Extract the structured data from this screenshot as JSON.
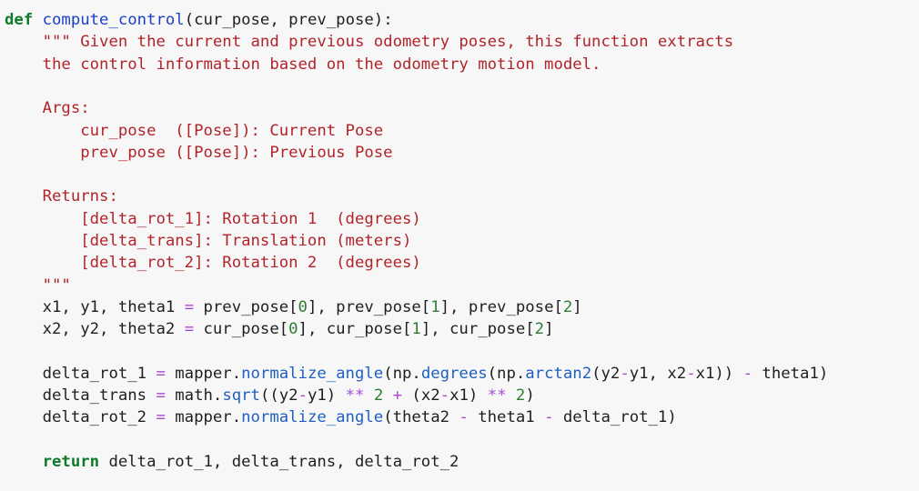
{
  "code": {
    "lines": [
      [
        {
          "t": "def",
          "c": "kw"
        },
        {
          "t": " ",
          "c": "plain"
        },
        {
          "t": "compute_control",
          "c": "fn"
        },
        {
          "t": "(cur_pose, prev_pose):",
          "c": "plain"
        }
      ],
      [
        {
          "t": "    \"\"\" Given the current and previous odometry poses, this function extracts",
          "c": "str"
        }
      ],
      [
        {
          "t": "    the control information based on the odometry motion model.",
          "c": "str"
        }
      ],
      [],
      [
        {
          "t": "    Args:",
          "c": "str"
        }
      ],
      [
        {
          "t": "        cur_pose  ([Pose]): Current Pose",
          "c": "str"
        }
      ],
      [
        {
          "t": "        prev_pose ([Pose]): Previous Pose",
          "c": "str"
        }
      ],
      [],
      [
        {
          "t": "    Returns:",
          "c": "str"
        }
      ],
      [
        {
          "t": "        [delta_rot_1]: Rotation 1  (degrees)",
          "c": "str"
        }
      ],
      [
        {
          "t": "        [delta_trans]: Translation (meters)",
          "c": "str"
        }
      ],
      [
        {
          "t": "        [delta_rot_2]: Rotation 2  (degrees)",
          "c": "str"
        }
      ],
      [
        {
          "t": "    \"\"\"",
          "c": "str"
        }
      ],
      [
        {
          "t": "    x1, y1, theta1 ",
          "c": "plain"
        },
        {
          "t": "=",
          "c": "op"
        },
        {
          "t": " prev_pose[",
          "c": "plain"
        },
        {
          "t": "0",
          "c": "num"
        },
        {
          "t": "], prev_pose[",
          "c": "plain"
        },
        {
          "t": "1",
          "c": "num"
        },
        {
          "t": "], prev_pose[",
          "c": "plain"
        },
        {
          "t": "2",
          "c": "num"
        },
        {
          "t": "]",
          "c": "plain"
        }
      ],
      [
        {
          "t": "    x2, y2, theta2 ",
          "c": "plain"
        },
        {
          "t": "=",
          "c": "op"
        },
        {
          "t": " cur_pose[",
          "c": "plain"
        },
        {
          "t": "0",
          "c": "num"
        },
        {
          "t": "], cur_pose[",
          "c": "plain"
        },
        {
          "t": "1",
          "c": "num"
        },
        {
          "t": "], cur_pose[",
          "c": "plain"
        },
        {
          "t": "2",
          "c": "num"
        },
        {
          "t": "]",
          "c": "plain"
        }
      ],
      [],
      [
        {
          "t": "    delta_rot_1 ",
          "c": "plain"
        },
        {
          "t": "=",
          "c": "op"
        },
        {
          "t": " mapper.",
          "c": "plain"
        },
        {
          "t": "normalize_angle",
          "c": "attr"
        },
        {
          "t": "(np.",
          "c": "plain"
        },
        {
          "t": "degrees",
          "c": "attr"
        },
        {
          "t": "(np.",
          "c": "plain"
        },
        {
          "t": "arctan2",
          "c": "attr"
        },
        {
          "t": "(y2",
          "c": "plain"
        },
        {
          "t": "-",
          "c": "op"
        },
        {
          "t": "y1, x2",
          "c": "plain"
        },
        {
          "t": "-",
          "c": "op"
        },
        {
          "t": "x1)) ",
          "c": "plain"
        },
        {
          "t": "-",
          "c": "op"
        },
        {
          "t": " theta1)",
          "c": "plain"
        }
      ],
      [
        {
          "t": "    delta_trans ",
          "c": "plain"
        },
        {
          "t": "=",
          "c": "op"
        },
        {
          "t": " math.",
          "c": "plain"
        },
        {
          "t": "sqrt",
          "c": "attr"
        },
        {
          "t": "((y2",
          "c": "plain"
        },
        {
          "t": "-",
          "c": "op"
        },
        {
          "t": "y1) ",
          "c": "plain"
        },
        {
          "t": "**",
          "c": "op"
        },
        {
          "t": " ",
          "c": "plain"
        },
        {
          "t": "2",
          "c": "num"
        },
        {
          "t": " ",
          "c": "plain"
        },
        {
          "t": "+",
          "c": "op"
        },
        {
          "t": " (x2",
          "c": "plain"
        },
        {
          "t": "-",
          "c": "op"
        },
        {
          "t": "x1) ",
          "c": "plain"
        },
        {
          "t": "**",
          "c": "op"
        },
        {
          "t": " ",
          "c": "plain"
        },
        {
          "t": "2",
          "c": "num"
        },
        {
          "t": ")",
          "c": "plain"
        }
      ],
      [
        {
          "t": "    delta_rot_2 ",
          "c": "plain"
        },
        {
          "t": "=",
          "c": "op"
        },
        {
          "t": " mapper.",
          "c": "plain"
        },
        {
          "t": "normalize_angle",
          "c": "attr"
        },
        {
          "t": "(theta2 ",
          "c": "plain"
        },
        {
          "t": "-",
          "c": "op"
        },
        {
          "t": " theta1 ",
          "c": "plain"
        },
        {
          "t": "-",
          "c": "op"
        },
        {
          "t": " delta_rot_1)",
          "c": "plain"
        }
      ],
      [],
      [
        {
          "t": "    ",
          "c": "plain"
        },
        {
          "t": "return",
          "c": "kw"
        },
        {
          "t": " delta_rot_1, delta_trans, delta_rot_2",
          "c": "plain"
        }
      ]
    ]
  }
}
